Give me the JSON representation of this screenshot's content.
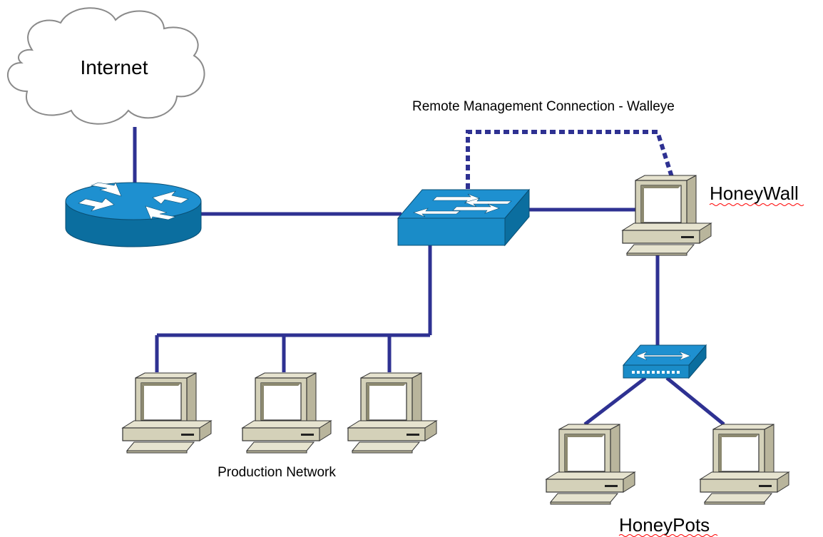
{
  "labels": {
    "internet": "Internet",
    "remote_management": "Remote Management Connection - Walleye",
    "honeywall": "HoneyWall",
    "production_network": "Production Network",
    "honeypots": "HoneyPots"
  },
  "colors": {
    "link": "#2E3192",
    "device_blue": "#1E90D0",
    "device_blue_dark": "#0B6E9F",
    "pc_body": "#D4D1B9",
    "cloud_stroke": "#8A8A8A",
    "spellcheck": "#FF0000"
  },
  "icons": {
    "internet": "cloud-icon",
    "router": "router-icon",
    "switch": "switch-icon",
    "hub": "hub-icon",
    "computer": "computer-icon"
  }
}
